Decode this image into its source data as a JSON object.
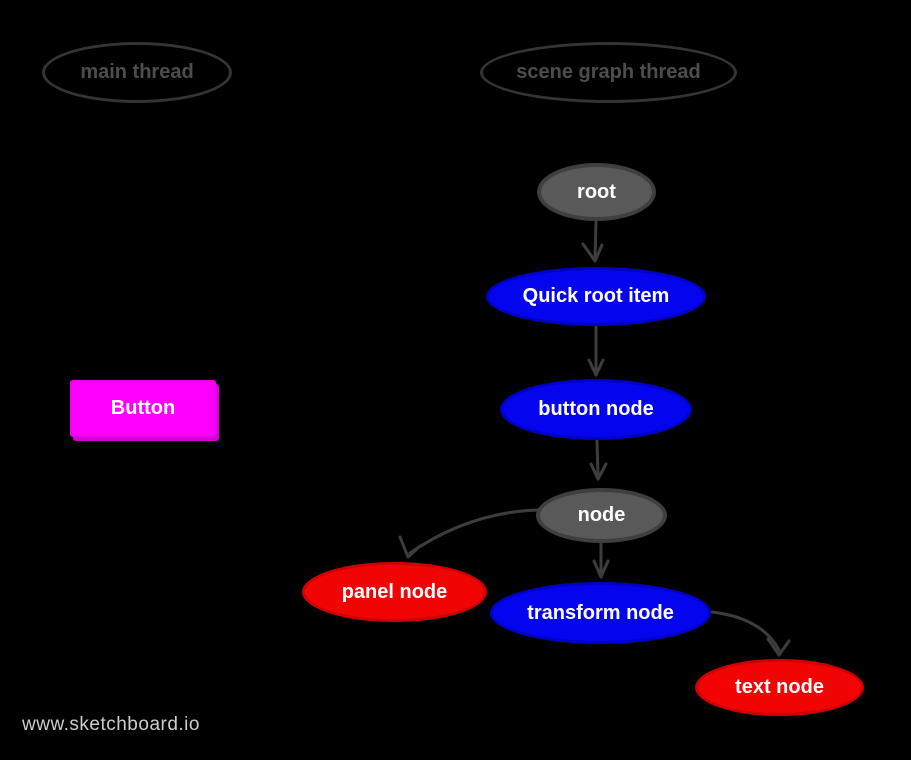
{
  "diagram": {
    "watermark": "www.sketchboard.io",
    "lanes": {
      "main_thread": {
        "label": "main thread"
      },
      "scene_graph_thread": {
        "label": "scene graph thread"
      }
    },
    "nodes": {
      "root": {
        "label": "root",
        "shape": "ellipse",
        "color": "gray"
      },
      "quick_root_item": {
        "label": "Quick root item",
        "shape": "ellipse",
        "color": "blue"
      },
      "button_node": {
        "label": "button node",
        "shape": "ellipse",
        "color": "blue"
      },
      "node": {
        "label": "node",
        "shape": "ellipse",
        "color": "gray"
      },
      "panel_node": {
        "label": "panel node",
        "shape": "ellipse",
        "color": "red"
      },
      "transform_node": {
        "label": "transform node",
        "shape": "ellipse",
        "color": "blue"
      },
      "text_node": {
        "label": "text node",
        "shape": "ellipse",
        "color": "red"
      },
      "button": {
        "label": "Button",
        "shape": "rectangle",
        "color": "magenta"
      }
    },
    "edges": [
      {
        "from": "root",
        "to": "quick_root_item"
      },
      {
        "from": "quick_root_item",
        "to": "button_node"
      },
      {
        "from": "button_node",
        "to": "node"
      },
      {
        "from": "node",
        "to": "panel_node"
      },
      {
        "from": "node",
        "to": "transform_node"
      },
      {
        "from": "transform_node",
        "to": "text_node"
      }
    ],
    "colors": {
      "background": "#000000",
      "gray_fill": "#595959",
      "gray_border": "#3f3f3f",
      "blue_fill": "#0404ee",
      "blue_border": "#0000c6",
      "red_fill": "#f20404",
      "red_border": "#d00000",
      "magenta_fill": "#ff00ff",
      "magenta_shadow": "#d400d4",
      "connector": "#3d3d3d",
      "lane_outline": "#343434",
      "lane_text": "#4d4d4d",
      "node_text": "#ffffff",
      "watermark_text": "#cdcdcd"
    }
  }
}
